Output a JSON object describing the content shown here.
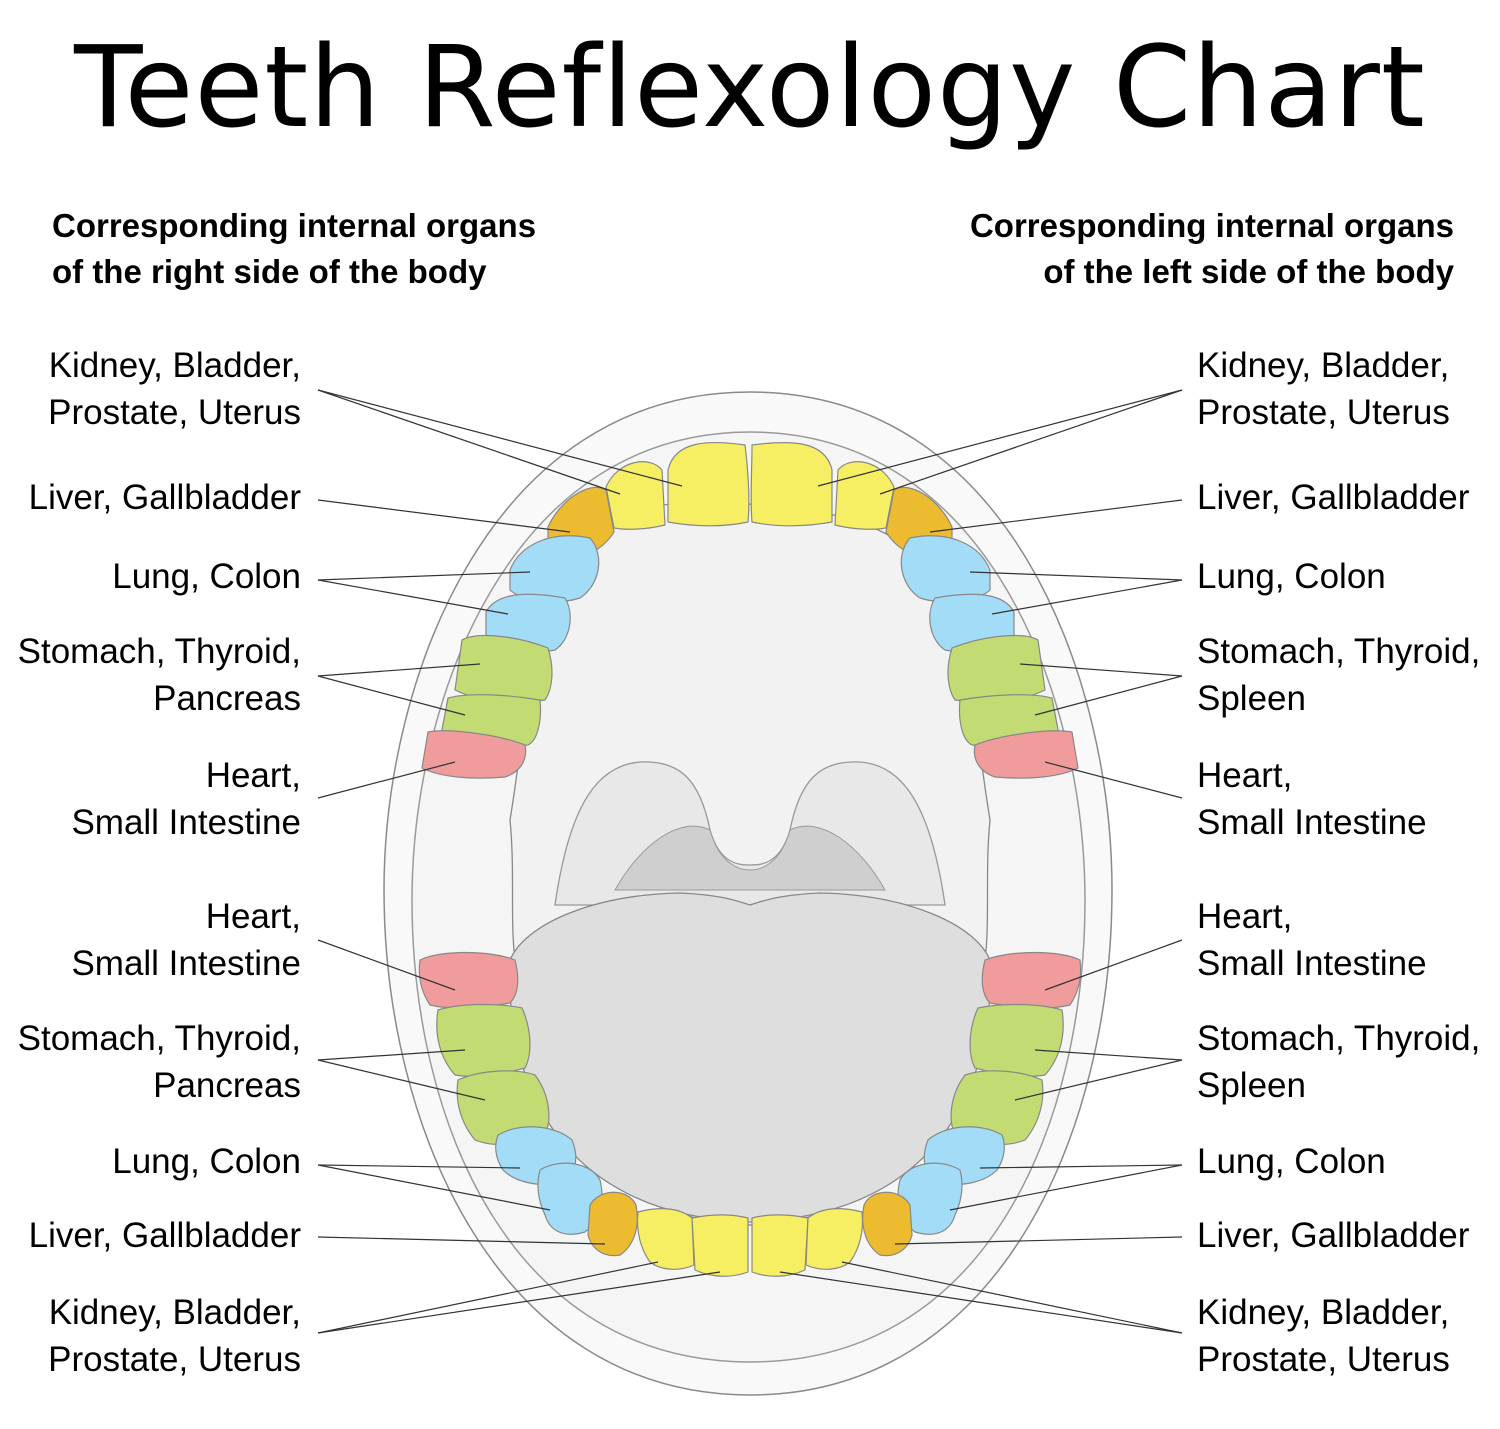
{
  "title": "Teeth Reflexology Chart",
  "headers": {
    "left": [
      "Corresponding internal organs",
      "of the right side of the body"
    ],
    "right": [
      "Corresponding internal organs",
      "of the left side of the body"
    ]
  },
  "labels": {
    "left_upper": [
      [
        "Kidney, Bladder,",
        "Prostate, Uterus"
      ],
      [
        "Liver, Gallbladder"
      ],
      [
        "Lung, Colon"
      ],
      [
        "Stomach, Thyroid,",
        "Pancreas"
      ],
      [
        "Heart,",
        "Small Intestine"
      ]
    ],
    "left_lower": [
      [
        "Heart,",
        "Small Intestine"
      ],
      [
        "Stomach, Thyroid,",
        "Pancreas"
      ],
      [
        "Lung, Colon"
      ],
      [
        "Liver, Gallbladder"
      ],
      [
        "Kidney, Bladder,",
        "Prostate, Uterus"
      ]
    ],
    "right_upper": [
      [
        "Kidney, Bladder,",
        "Prostate, Uterus"
      ],
      [
        "Liver, Gallbladder"
      ],
      [
        "Lung, Colon"
      ],
      [
        "Stomach, Thyroid,",
        "Spleen"
      ],
      [
        "Heart,",
        "Small Intestine"
      ]
    ],
    "right_lower": [
      [
        "Heart,",
        "Small Intestine"
      ],
      [
        "Stomach, Thyroid,",
        "Spleen"
      ],
      [
        "Lung, Colon"
      ],
      [
        "Liver, Gallbladder"
      ],
      [
        "Kidney, Bladder,",
        "Prostate, Uterus"
      ]
    ]
  },
  "colors": {
    "kidney_bladder": "#f7ef63",
    "liver_gallbladder": "#ecbb2f",
    "lung_colon": "#a3dcf6",
    "stomach": "#c2db72",
    "heart": "#f19c9c",
    "outline": "#555555",
    "mouth_fill": "#f2f2f2",
    "tongue": "#dedede",
    "throat": "#cfcfcf"
  }
}
